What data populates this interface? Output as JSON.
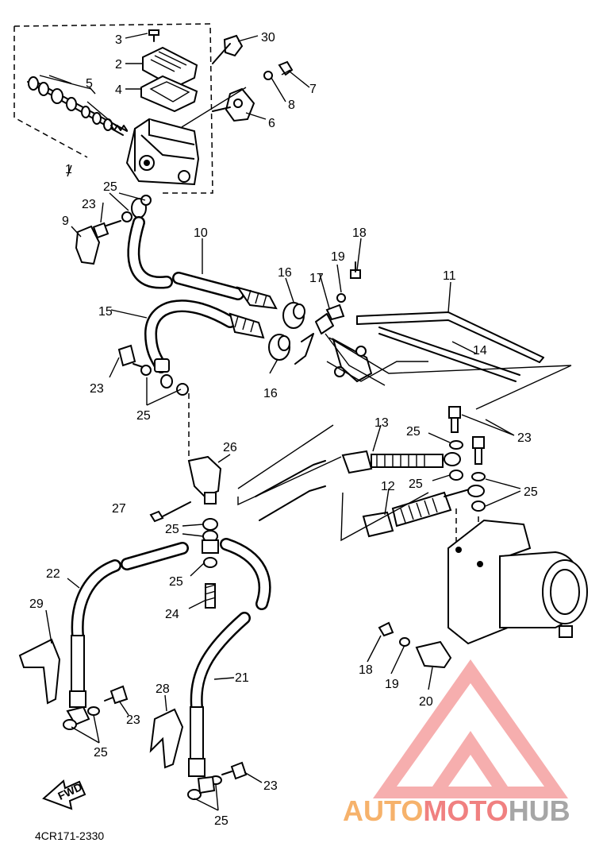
{
  "diagram_code": "4CR171-2330",
  "direction_marker": "FWD",
  "watermark": {
    "text_part1": "AUTO",
    "text_part2": "MOTO",
    "text_part3": "HUB",
    "colors": {
      "orange": "#f6b26b",
      "red": "#f08080",
      "gray": "#a6a6a6"
    }
  },
  "callouts": [
    {
      "id": "1",
      "text": "1"
    },
    {
      "id": "2",
      "text": "2"
    },
    {
      "id": "3",
      "text": "3"
    },
    {
      "id": "4",
      "text": "4"
    },
    {
      "id": "5",
      "text": "5"
    },
    {
      "id": "6",
      "text": "6"
    },
    {
      "id": "7",
      "text": "7"
    },
    {
      "id": "8",
      "text": "8"
    },
    {
      "id": "9",
      "text": "9"
    },
    {
      "id": "10",
      "text": "10"
    },
    {
      "id": "11",
      "text": "11"
    },
    {
      "id": "12",
      "text": "12"
    },
    {
      "id": "13",
      "text": "13"
    },
    {
      "id": "14",
      "text": "14"
    },
    {
      "id": "15",
      "text": "15"
    },
    {
      "id": "16",
      "text": "16"
    },
    {
      "id": "17",
      "text": "17"
    },
    {
      "id": "18",
      "text": "18"
    },
    {
      "id": "19",
      "text": "19"
    },
    {
      "id": "20",
      "text": "20"
    },
    {
      "id": "21",
      "text": "21"
    },
    {
      "id": "22",
      "text": "22"
    },
    {
      "id": "23",
      "text": "23"
    },
    {
      "id": "24",
      "text": "24"
    },
    {
      "id": "25",
      "text": "25"
    },
    {
      "id": "26",
      "text": "26"
    },
    {
      "id": "27",
      "text": "27"
    },
    {
      "id": "28",
      "text": "28"
    },
    {
      "id": "29",
      "text": "29"
    },
    {
      "id": "30",
      "text": "30"
    }
  ]
}
